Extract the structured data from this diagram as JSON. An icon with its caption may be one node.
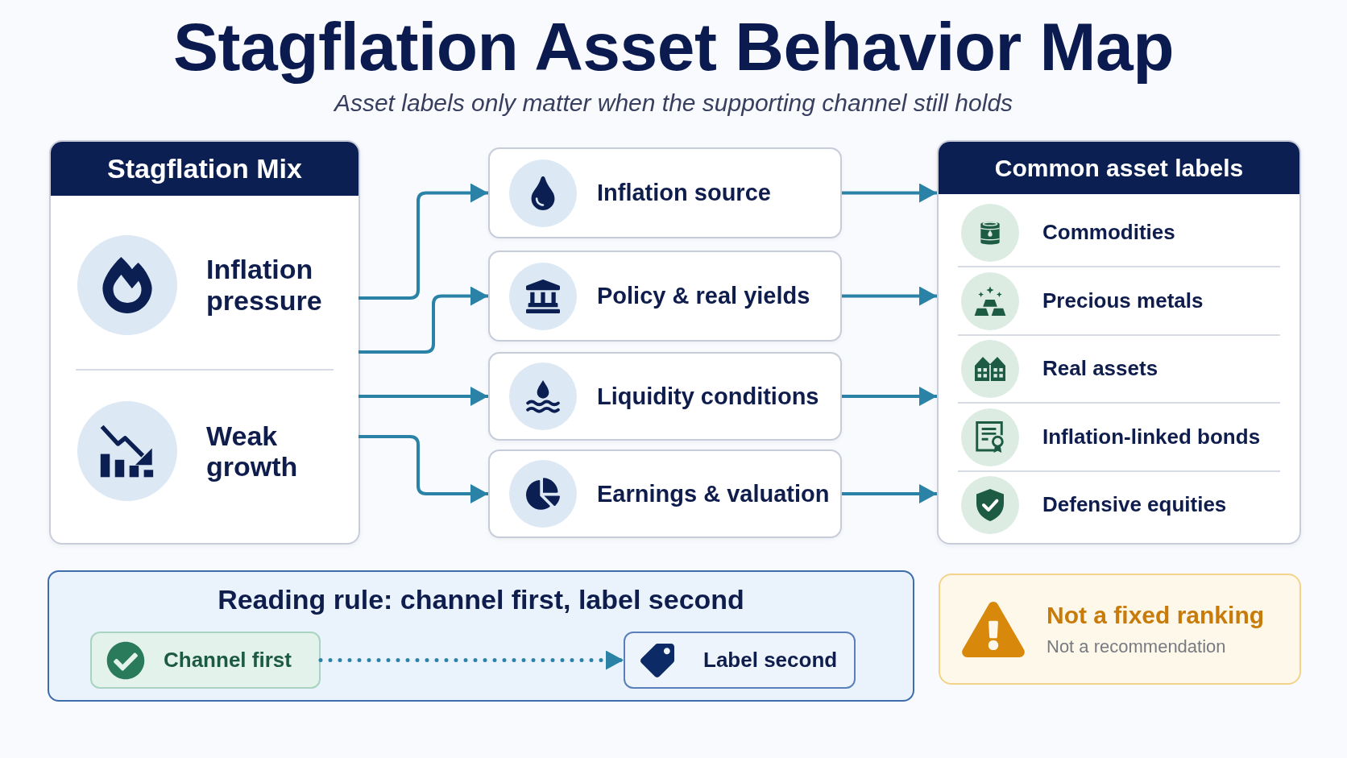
{
  "diagram": {
    "title": "Stagflation Asset Behavior Map",
    "nodes": [
      {
        "text": [
          "Stagflation Mix"
        ]
      },
      {
        "text": [
          "Inflation pressure"
        ],
        "in": 0
      },
      {
        "text": [
          "Weak growth"
        ],
        "in": 0
      },
      {
        "text": [
          "Inflation source"
        ]
      },
      {
        "text": [
          "Policy & real yields"
        ]
      },
      {
        "text": [
          "Liquidity conditions"
        ]
      },
      {
        "text": [
          "Earnings & valuation"
        ]
      },
      {
        "text": [
          "Common asset labels"
        ]
      },
      {
        "text": [
          "Commodities"
        ],
        "in": 7
      },
      {
        "text": [
          "Precious metals"
        ],
        "in": 7
      },
      {
        "text": [
          "Real assets"
        ],
        "in": 7
      },
      {
        "text": [
          "Inflation-linked bonds"
        ],
        "in": 7
      },
      {
        "text": [
          "Defensive equities"
        ],
        "in": 7
      },
      {
        "text": [
          "Reading rule: channel first, label second"
        ]
      },
      {
        "text": [
          "Channel first"
        ],
        "in": 13
      },
      {
        "text": [
          "Label second"
        ],
        "in": 13
      },
      {
        "text": [
          "Not a fixed ranking",
          "Not a recommendation"
        ]
      }
    ],
    "edges": [
      {
        "from": 1,
        "to": 3,
        "arrow": "to"
      },
      {
        "from": 1,
        "to": 4,
        "arrow": "to"
      },
      {
        "from": 2,
        "to": 5,
        "arrow": "to"
      },
      {
        "from": 2,
        "to": 6,
        "arrow": "to"
      },
      {
        "from": 3,
        "to": 7,
        "arrow": "to"
      },
      {
        "from": 4,
        "to": 7,
        "arrow": "to"
      },
      {
        "from": 5,
        "to": 7,
        "arrow": "to"
      },
      {
        "from": 6,
        "to": 7,
        "arrow": "to"
      },
      {
        "from": 14,
        "to": 15,
        "arrow": "to",
        "style": "dashed"
      }
    ],
    "labels": [
      "Asset labels only matter when the supporting channel still holds"
    ]
  }
}
